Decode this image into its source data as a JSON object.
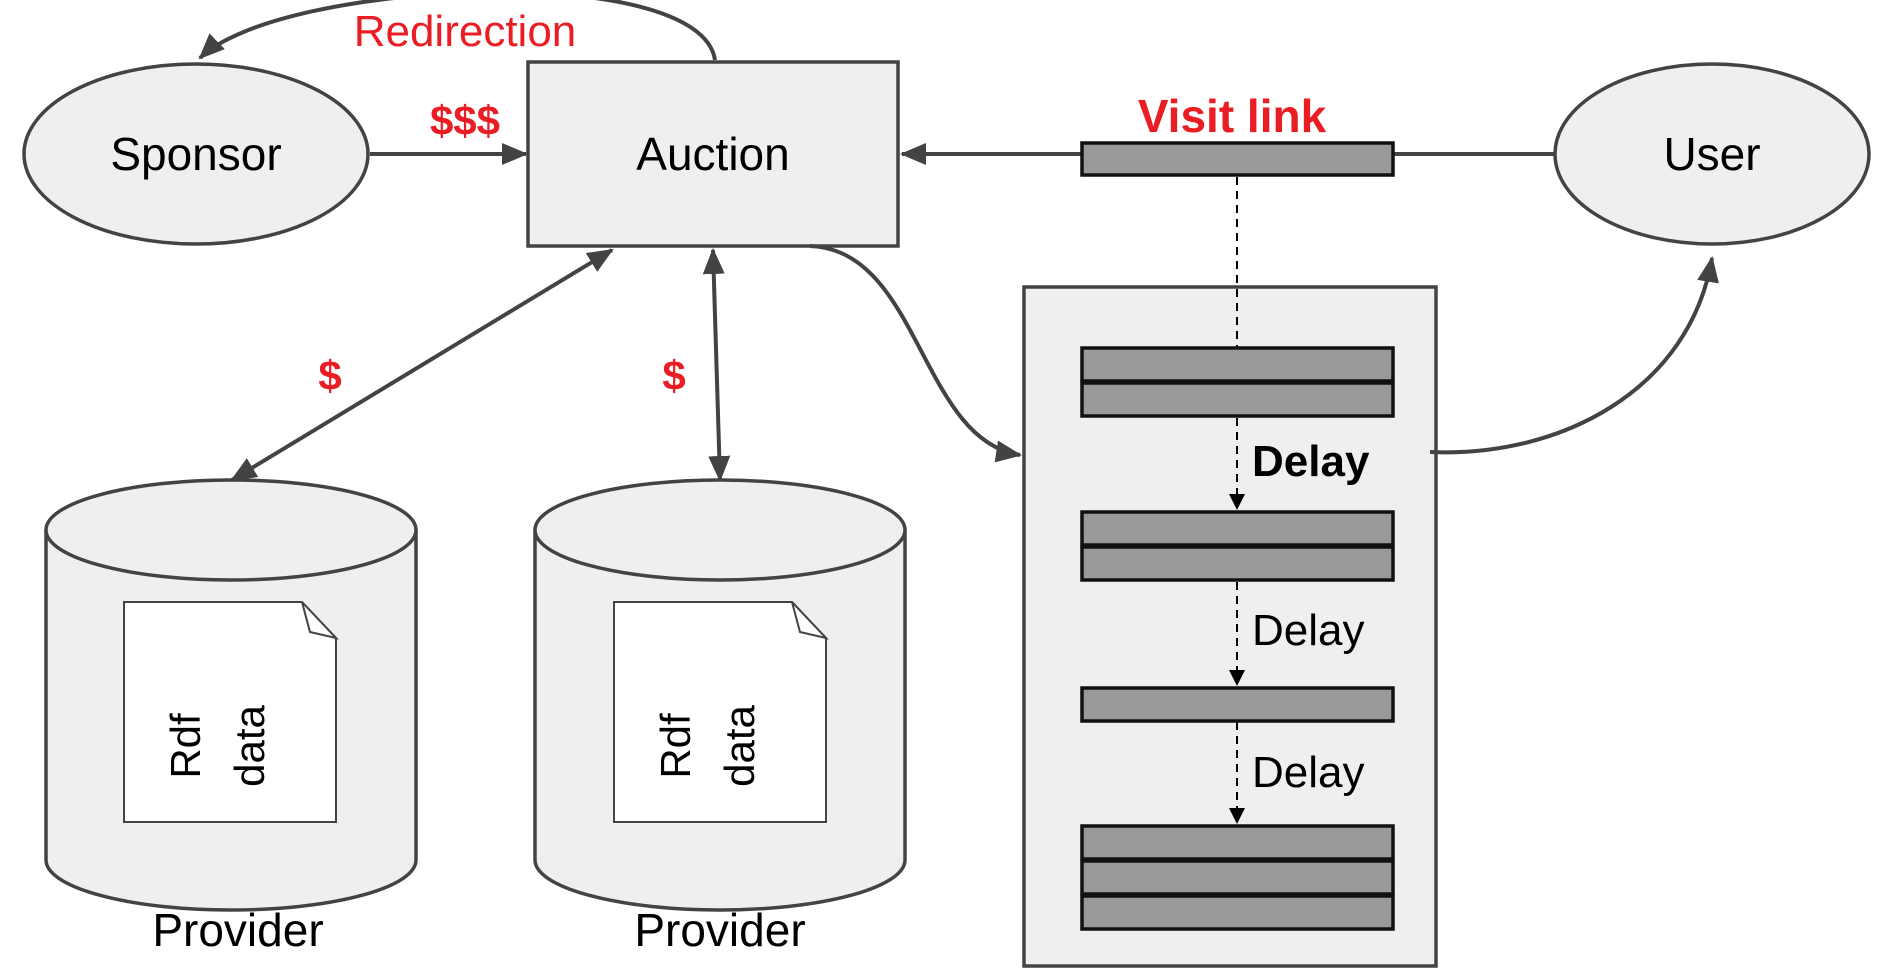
{
  "nodes": {
    "sponsor": "Sponsor",
    "auction": "Auction",
    "user": "User",
    "provider_left": "Provider",
    "provider_right": "Provider",
    "rdf_line1": "Rdf",
    "rdf_line2": "data"
  },
  "edge_labels": {
    "redirection": "Redirection",
    "sponsor_payment": "$$$",
    "provider_payment_left": "$",
    "provider_payment_right": "$",
    "visit_link": "Visit link",
    "delay_first": "Delay",
    "delay_second": "Delay",
    "delay_third": "Delay"
  },
  "colors": {
    "accent_red": "#ea1c24",
    "shape_fill": "#efefef",
    "bar_fill": "#999999",
    "stroke": "#434343"
  }
}
